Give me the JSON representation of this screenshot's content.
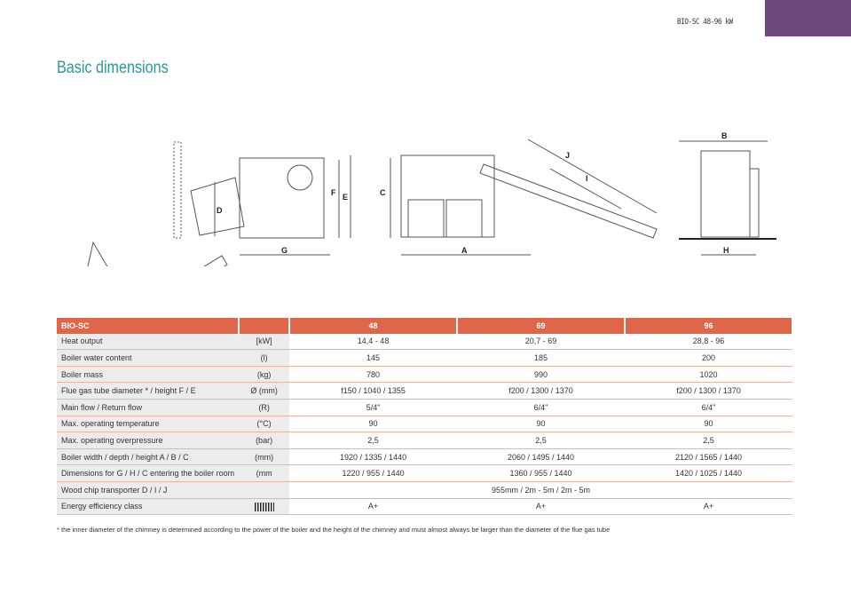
{
  "header": {
    "product": "BIO-SC 48-96 kW",
    "accent": "#6b4a7b"
  },
  "title": "Basic dimensions",
  "drawings": {
    "labels": [
      "D",
      "F",
      "E",
      "G",
      "C",
      "A",
      "J",
      "I",
      "B",
      "H"
    ]
  },
  "table": {
    "header": {
      "label": "BIO-SC",
      "unit": "",
      "models": [
        "48",
        "69",
        "96"
      ]
    },
    "rows": [
      {
        "label": "Heat output",
        "unit": "[kW]",
        "values": [
          "14,4 - 48",
          "20,7 - 69",
          "28,8 - 96"
        ]
      },
      {
        "label": "Boiler water content",
        "unit": "(l)",
        "values": [
          "145",
          "185",
          "200"
        ]
      },
      {
        "label": "Boiler mass",
        "unit": "(kg)",
        "values": [
          "780",
          "990",
          "1020"
        ]
      },
      {
        "label": "Flue gas tube diameter * / height F / E",
        "unit": "Ø (mm)",
        "values": [
          "f150 / 1040 / 1355",
          "f200 / 1300 / 1370",
          "f200 / 1300 / 1370"
        ]
      },
      {
        "label": "Main flow / Return flow",
        "unit": "(R)",
        "values": [
          "5/4\"",
          "6/4\"",
          "6/4\""
        ]
      },
      {
        "label": "Max. operating temperature",
        "unit": "(°C)",
        "values": [
          "90",
          "90",
          "90"
        ]
      },
      {
        "label": "Max. operating overpressure",
        "unit": "(bar)",
        "values": [
          "2,5",
          "2,5",
          "2,5"
        ]
      },
      {
        "label": "Boiler width / depth / height A / B / C",
        "unit": "(mm)",
        "values": [
          "1920 / 1335 / 1440",
          "2060 / 1495 / 1440",
          "2120 / 1565 / 1440"
        ]
      },
      {
        "label": "Dimensions for G / H / C entering the boiler room",
        "unit": "(mm",
        "values": [
          "1220 / 955 / 1440",
          "1360 / 955 / 1440",
          "1420 / 1025 / 1440"
        ]
      }
    ],
    "transporter": {
      "label": "Wood chip transporter D / I / J",
      "value": "955mm / 2m - 5m / 2m - 5m"
    },
    "efficiency": {
      "label": "Energy efficiency class",
      "values": [
        "A+",
        "A+",
        "A+"
      ]
    }
  },
  "footnote": "* the inner diameter of the chimney is determined according to the power of the boiler and the height of the chimney and must almost always be larger than the diameter of the flue gas tube"
}
